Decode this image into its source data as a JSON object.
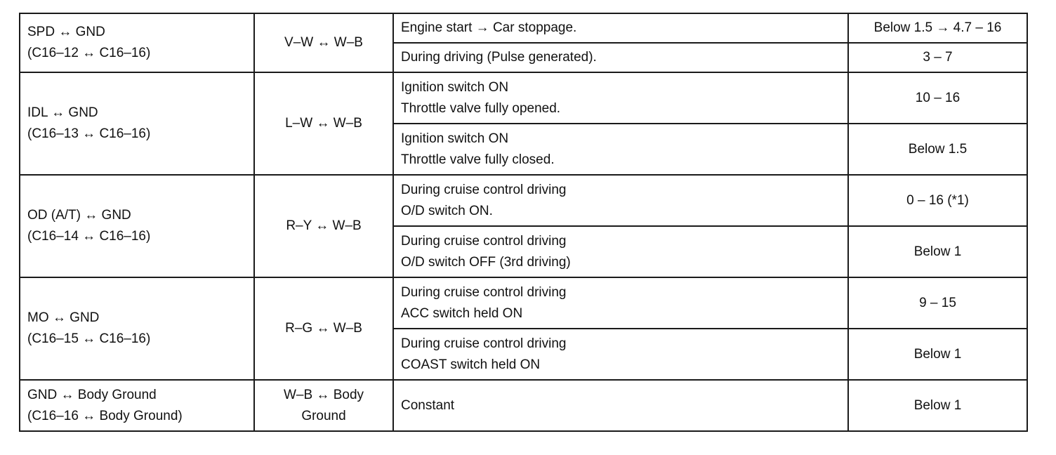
{
  "rows": [
    {
      "terminal": [
        "SPD ↔ GND",
        "(C16–12 ↔ C16–16)"
      ],
      "wire_color": [
        "V–W ↔ W–B"
      ],
      "conditions": [
        {
          "condition": [
            "Engine start → Car stoppage."
          ],
          "spec": "Below 1.5 → 4.7 – 16"
        },
        {
          "condition": [
            "During driving (Pulse generated)."
          ],
          "spec": "3 – 7"
        }
      ]
    },
    {
      "terminal": [
        "IDL ↔ GND",
        "(C16–13 ↔ C16–16)"
      ],
      "wire_color": [
        "L–W ↔ W–B"
      ],
      "conditions": [
        {
          "condition": [
            "Ignition switch ON",
            "Throttle valve fully opened."
          ],
          "spec": "10 – 16"
        },
        {
          "condition": [
            "Ignition switch ON",
            "Throttle valve fully closed."
          ],
          "spec": "Below 1.5"
        }
      ]
    },
    {
      "terminal": [
        "OD (A/T) ↔ GND",
        "(C16–14 ↔ C16–16)"
      ],
      "wire_color": [
        "R–Y ↔ W–B"
      ],
      "conditions": [
        {
          "condition": [
            "During cruise control driving",
            "O/D switch ON."
          ],
          "spec": "0 – 16 (*1)"
        },
        {
          "condition": [
            "During cruise control driving",
            "O/D switch OFF (3rd driving)"
          ],
          "spec": "Below 1"
        }
      ]
    },
    {
      "terminal": [
        "MO ↔ GND",
        "(C16–15 ↔ C16–16)"
      ],
      "wire_color": [
        "R–G ↔ W–B"
      ],
      "conditions": [
        {
          "condition": [
            "During cruise control driving",
            "ACC switch held ON"
          ],
          "spec": "9 – 15"
        },
        {
          "condition": [
            "During cruise control driving",
            "COAST switch held ON"
          ],
          "spec": "Below 1"
        }
      ]
    },
    {
      "terminal": [
        "GND ↔ Body  Ground",
        "(C16–16 ↔ Body  Ground)"
      ],
      "wire_color": [
        "W–B ↔ Body",
        "Ground"
      ],
      "conditions": [
        {
          "condition": [
            "Constant"
          ],
          "spec": "Below 1"
        }
      ]
    }
  ]
}
